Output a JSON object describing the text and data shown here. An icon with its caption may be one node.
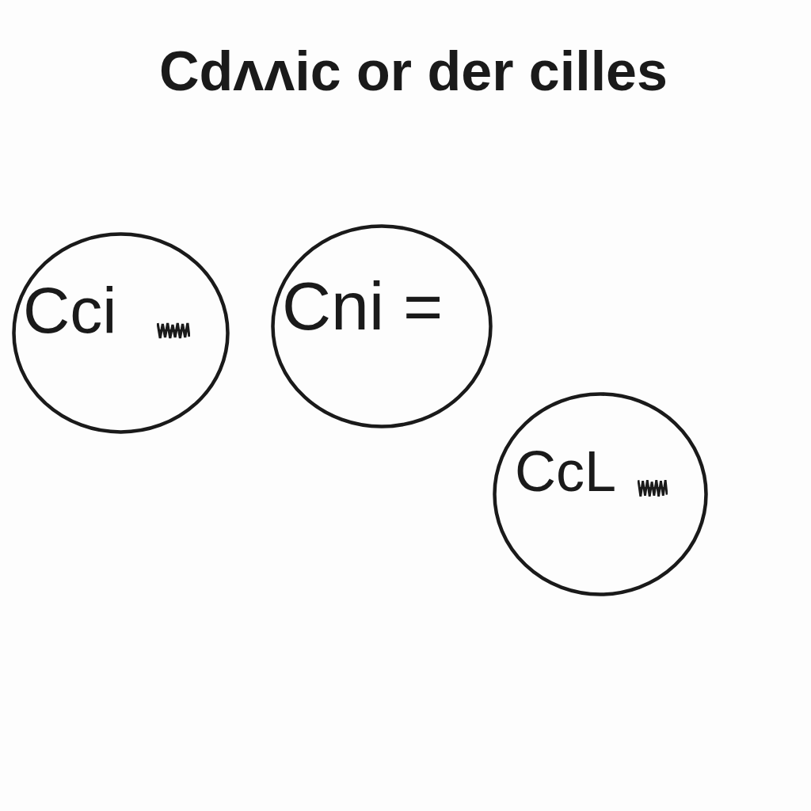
{
  "diagram": {
    "title": "Cdʌʌic or der cilles",
    "nodes": [
      {
        "text": [
          "Cci"
        ]
      },
      {
        "text": [
          "Cni ="
        ]
      },
      {
        "text": [
          "CcL"
        ]
      }
    ]
  }
}
